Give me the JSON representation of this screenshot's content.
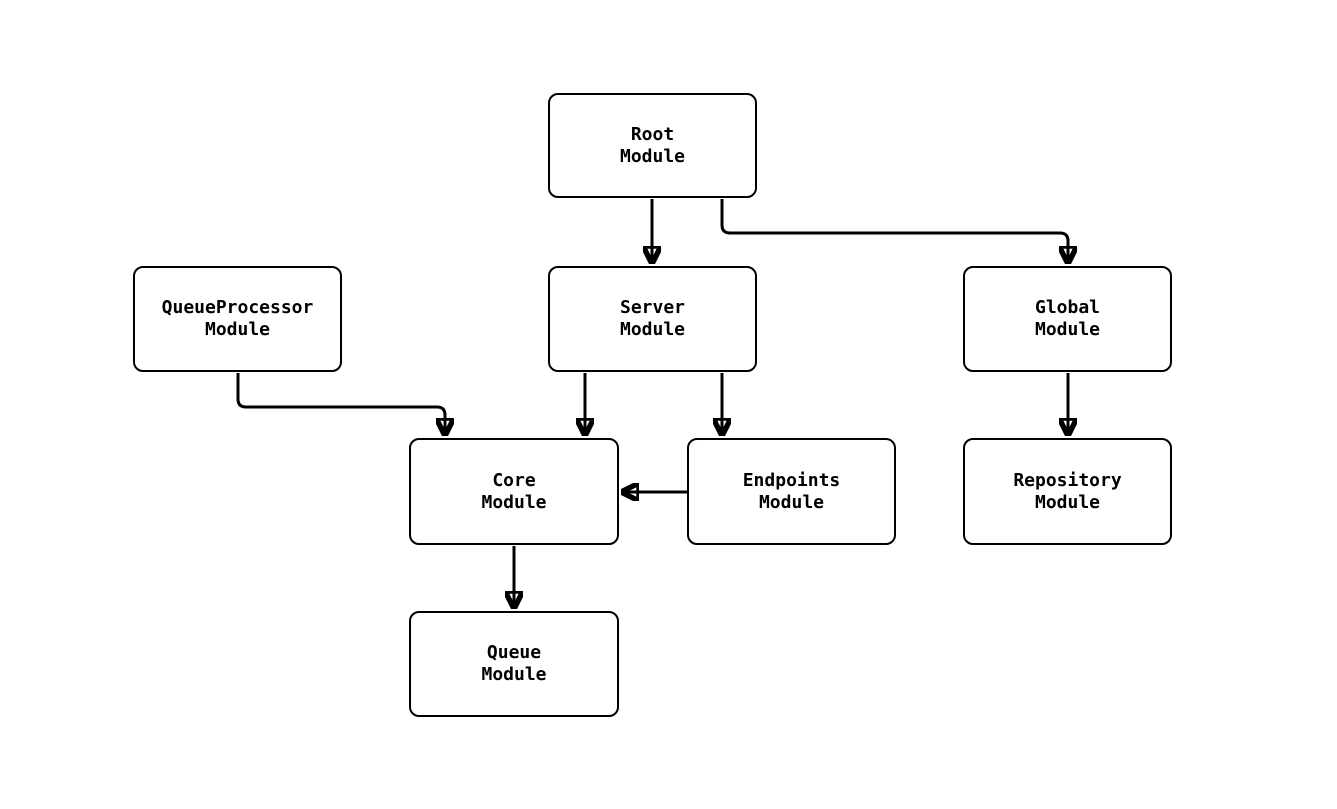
{
  "diagram": {
    "type": "flowchart",
    "colors": {
      "stroke": "#000000",
      "node_fill": "#ffffff",
      "background": "#ffffff",
      "text": "#000000"
    },
    "nodes": [
      {
        "id": "root",
        "label": "Root\nModule"
      },
      {
        "id": "queueprocessor",
        "label": "QueueProcessor\nModule"
      },
      {
        "id": "server",
        "label": "Server\nModule"
      },
      {
        "id": "global",
        "label": "Global\nModule"
      },
      {
        "id": "core",
        "label": "Core\nModule"
      },
      {
        "id": "endpoints",
        "label": "Endpoints\nModule"
      },
      {
        "id": "repository",
        "label": "Repository\nModule"
      },
      {
        "id": "queue",
        "label": "Queue\nModule"
      }
    ],
    "edges": [
      {
        "from": "root",
        "to": "server"
      },
      {
        "from": "root",
        "to": "global"
      },
      {
        "from": "queueprocessor",
        "to": "core"
      },
      {
        "from": "server",
        "to": "core"
      },
      {
        "from": "server",
        "to": "endpoints"
      },
      {
        "from": "endpoints",
        "to": "core"
      },
      {
        "from": "core",
        "to": "queue"
      },
      {
        "from": "global",
        "to": "repository"
      }
    ]
  }
}
